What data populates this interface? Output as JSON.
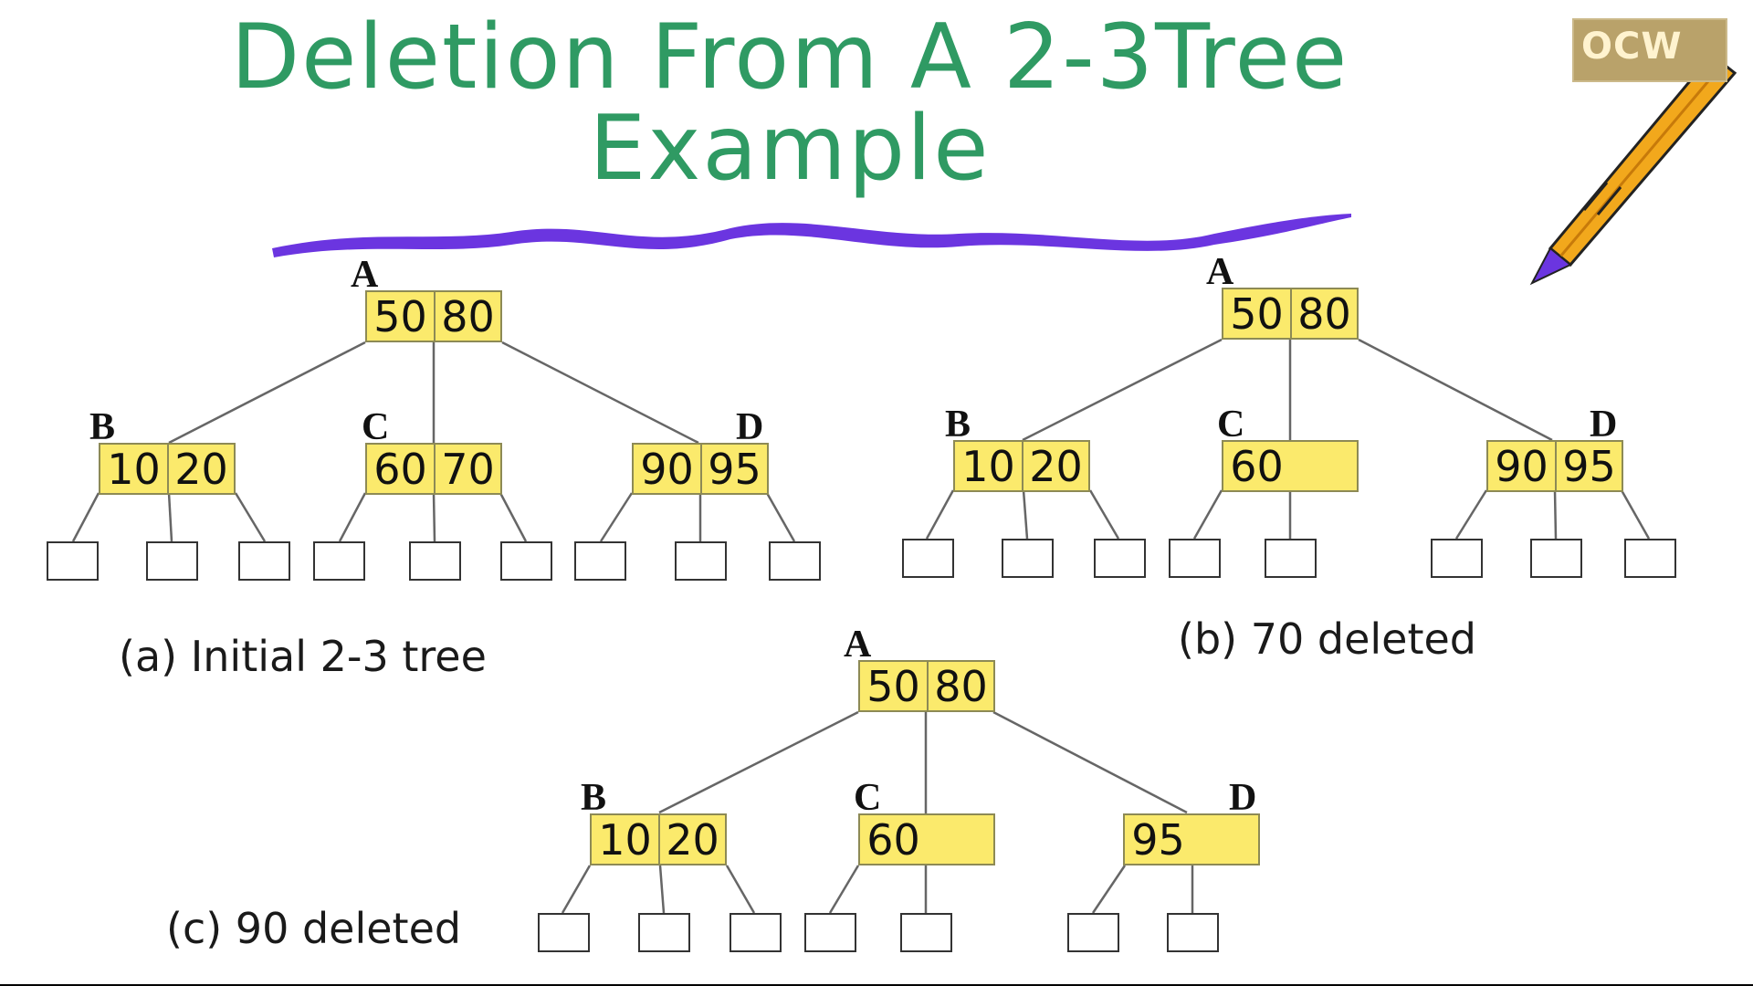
{
  "slide": {
    "title_line1": "Deletion From A 2-3Tree",
    "title_line2": "Example",
    "logo_text": "OCW",
    "colors": {
      "title": "#2f9a63",
      "node_fill": "#fbea6c",
      "underline": "#6b35e0",
      "pen_body": "#f2a81c"
    }
  },
  "trees": {
    "a": {
      "caption": "(a) Initial 2-3 tree",
      "root": {
        "label": "A",
        "keys": [
          "50",
          "80"
        ]
      },
      "children": [
        {
          "label": "B",
          "keys": [
            "10",
            "20"
          ]
        },
        {
          "label": "C",
          "keys": [
            "60",
            "70"
          ]
        },
        {
          "label": "D",
          "keys": [
            "90",
            "95"
          ]
        }
      ]
    },
    "b": {
      "caption": "(b) 70 deleted",
      "root": {
        "label": "A",
        "keys": [
          "50",
          "80"
        ]
      },
      "children": [
        {
          "label": "B",
          "keys": [
            "10",
            "20"
          ]
        },
        {
          "label": "C",
          "keys": [
            "60",
            ""
          ]
        },
        {
          "label": "D",
          "keys": [
            "90",
            "95"
          ]
        }
      ]
    },
    "c": {
      "caption": "(c) 90 deleted",
      "root": {
        "label": "A",
        "keys": [
          "50",
          "80"
        ]
      },
      "children": [
        {
          "label": "B",
          "keys": [
            "10",
            "20"
          ]
        },
        {
          "label": "C",
          "keys": [
            "60",
            ""
          ]
        },
        {
          "label": "D",
          "keys": [
            "95",
            ""
          ]
        }
      ]
    }
  }
}
